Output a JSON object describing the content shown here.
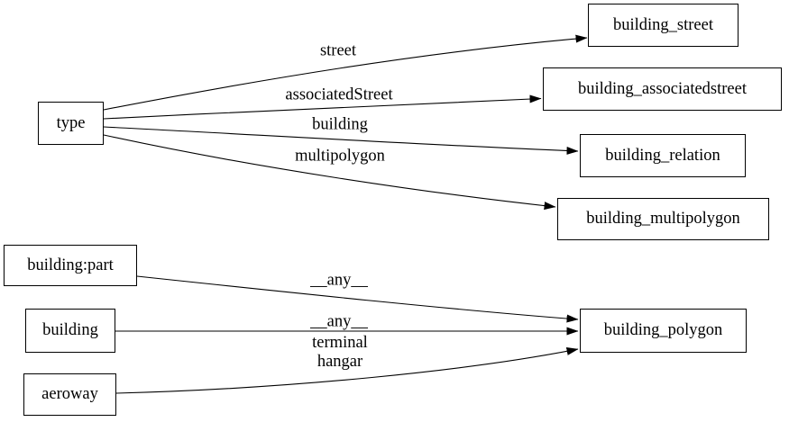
{
  "diagram": {
    "type": "directed-graph",
    "background": "#ffffff",
    "colors": {
      "node_fill": "#ffffff",
      "node_border": "#000000",
      "edge": "#000000",
      "text": "#000000"
    },
    "nodes": [
      {
        "id": "type",
        "label": "type"
      },
      {
        "id": "building_street",
        "label": "building_street"
      },
      {
        "id": "building_associatedstreet",
        "label": "building_associatedstreet"
      },
      {
        "id": "building_relation",
        "label": "building_relation"
      },
      {
        "id": "building_multipolygon",
        "label": "building_multipolygon"
      },
      {
        "id": "building:part",
        "label": "building:part"
      },
      {
        "id": "building",
        "label": "building"
      },
      {
        "id": "aeroway",
        "label": "aeroway"
      },
      {
        "id": "building_polygon",
        "label": "building_polygon"
      }
    ],
    "edges": [
      {
        "from": "type",
        "to": "building_street",
        "label": "street"
      },
      {
        "from": "type",
        "to": "building_associatedstreet",
        "label": "associatedStreet"
      },
      {
        "from": "type",
        "to": "building_relation",
        "label": "building"
      },
      {
        "from": "type",
        "to": "building_multipolygon",
        "label": "multipolygon"
      },
      {
        "from": "building:part",
        "to": "building_polygon",
        "label": "__any__"
      },
      {
        "from": "building",
        "to": "building_polygon",
        "label": "__any__"
      },
      {
        "from": "aeroway",
        "to": "building_polygon",
        "label": "terminal\nhangar"
      }
    ]
  }
}
